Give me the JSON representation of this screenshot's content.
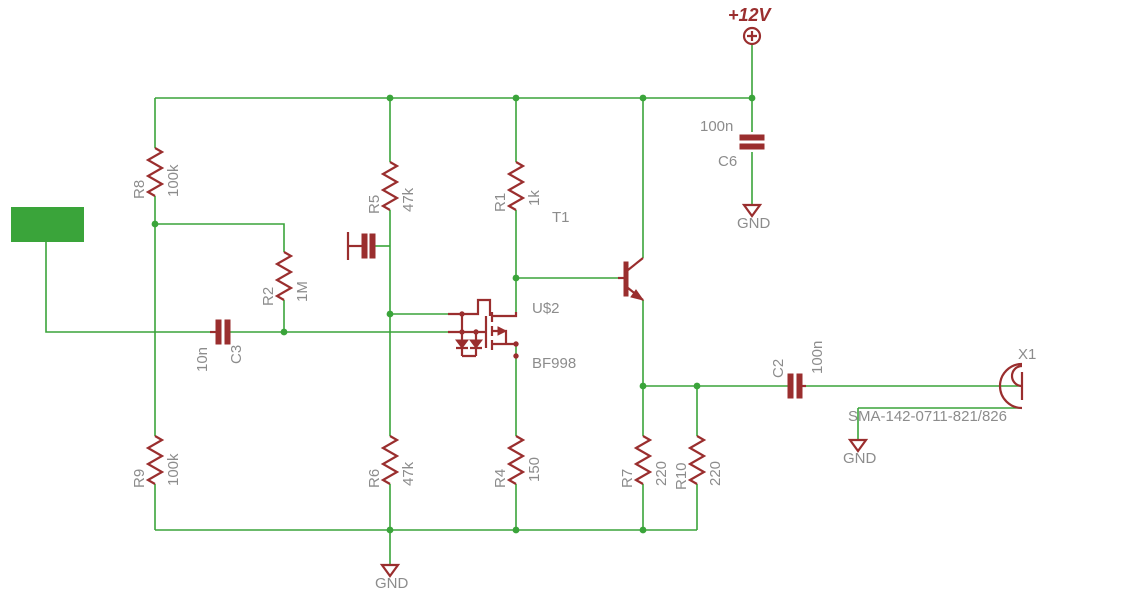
{
  "supply": {
    "label": "+12V"
  },
  "ground_labels": {
    "gnd_c6": "GND",
    "gnd_x1": "GND",
    "gnd_bottom": "GND"
  },
  "parts": {
    "r8": {
      "name": "R8",
      "value": "100k"
    },
    "r9": {
      "name": "R9",
      "value": "100k"
    },
    "r5": {
      "name": "R5",
      "value": "47k"
    },
    "r6": {
      "name": "R6",
      "value": "47k"
    },
    "r1": {
      "name": "R1",
      "value": "1k"
    },
    "r4": {
      "name": "R4",
      "value": "150"
    },
    "r2": {
      "name": "R2",
      "value": "1M"
    },
    "r7": {
      "name": "R7",
      "value": "220"
    },
    "r10": {
      "name": "R10",
      "value": "220"
    },
    "c3": {
      "name": "C3",
      "value": "10n"
    },
    "c2": {
      "name": "C2",
      "value": "100n"
    },
    "c6": {
      "name": "C6",
      "value": "100n"
    },
    "t1": {
      "name": "T1"
    },
    "u2": {
      "name": "U$2",
      "value": "BF998"
    },
    "x1": {
      "name": "X1",
      "value": "SMA-142-0711-821/826"
    }
  },
  "colors": {
    "wire": "#3aa43a",
    "component": "#9a2e2e",
    "label": "#8c8c8c",
    "input_pad": "#3aa43a"
  }
}
